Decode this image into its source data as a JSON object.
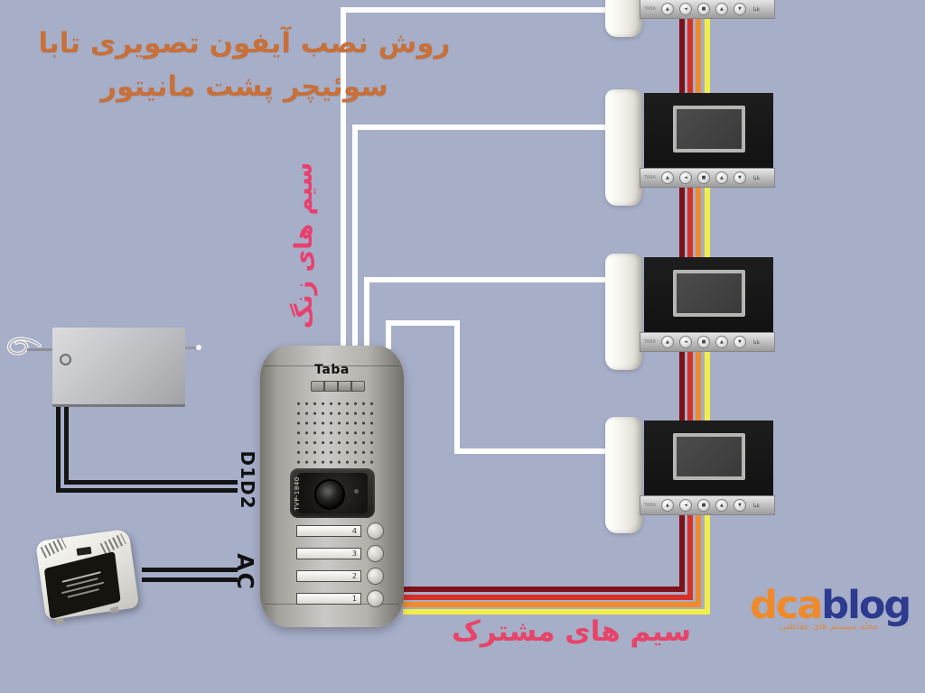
{
  "title": {
    "line1": "روش نصب آیفون تصویری تابا",
    "line2": "سوئیچر پشت مانیتور"
  },
  "labels": {
    "bell_wires": "سیم های زنگ",
    "common_wires": "سیم های مشترک",
    "door_lock_wires": "D1D2",
    "power_wires": "AC"
  },
  "door_panel": {
    "brand": "Taba",
    "model": "TVP-1840",
    "call_buttons": [
      "4",
      "3",
      "2",
      "1"
    ]
  },
  "monitor": {
    "count": 4,
    "brand_label": "تابا",
    "small_label": "TABA",
    "button_icons": [
      "▲",
      "◄",
      "■",
      "▲",
      "▼"
    ]
  },
  "logo": {
    "part1": "dca",
    "part2": "blog",
    "tagline": "مجله سیستم های حفاظتی"
  },
  "colors": {
    "background": "#a6aec8",
    "title_orange": "#c7703a",
    "label_pink": "#e8406e",
    "wire_white": "#ffffff",
    "wire_dark_red": "#7d1218",
    "wire_red": "#d73028",
    "wire_orange": "#ef8b2e",
    "wire_yellow": "#f2ee49",
    "wire_black": "#141414",
    "logo_orange": "#ef8a2b",
    "logo_blue": "#2c3a8f"
  }
}
